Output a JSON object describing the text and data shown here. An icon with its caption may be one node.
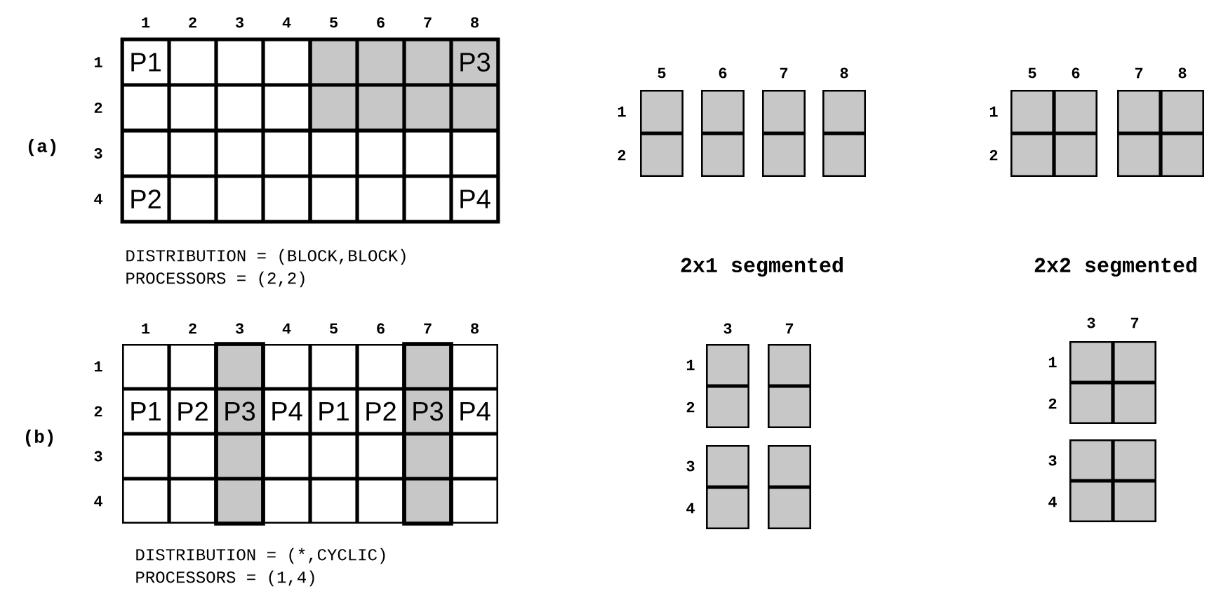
{
  "diagram": {
    "nodes": [
      {
        "text": [
          "P1"
        ]
      },
      {
        "text": [],
        "shape": "box"
      },
      {
        "text": [],
        "shape": "box"
      },
      {
        "text": [],
        "shape": "box"
      },
      {
        "text": [],
        "shape": "box"
      },
      {
        "text": [],
        "shape": "box"
      },
      {
        "text": [],
        "shape": "box"
      },
      {
        "text": [
          "P3"
        ]
      },
      {
        "text": [],
        "shape": "box"
      },
      {
        "text": [],
        "shape": "box"
      },
      {
        "text": [],
        "shape": "box"
      },
      {
        "text": [],
        "shape": "box"
      },
      {
        "text": [],
        "shape": "box"
      },
      {
        "text": [],
        "shape": "box"
      },
      {
        "text": [],
        "shape": "box"
      },
      {
        "text": [],
        "shape": "box"
      },
      {
        "text": [],
        "shape": "box"
      },
      {
        "text": [],
        "shape": "box"
      },
      {
        "text": [],
        "shape": "box"
      },
      {
        "text": [],
        "shape": "box"
      },
      {
        "text": [],
        "shape": "box"
      },
      {
        "text": [],
        "shape": "box"
      },
      {
        "text": [],
        "shape": "box"
      },
      {
        "text": [],
        "shape": "box"
      },
      {
        "text": [
          "P2"
        ]
      },
      {
        "text": [],
        "shape": "box"
      },
      {
        "text": [],
        "shape": "box"
      },
      {
        "text": [],
        "shape": "box"
      },
      {
        "text": [],
        "shape": "box"
      },
      {
        "text": [],
        "shape": "box"
      },
      {
        "text": [],
        "shape": "box"
      },
      {
        "text": [
          "P4"
        ]
      },
      {
        "text": [],
        "shape": "box"
      },
      {
        "text": [],
        "shape": "box"
      },
      {
        "text": [],
        "shape": "box"
      },
      {
        "text": [],
        "shape": "box"
      },
      {
        "text": [],
        "shape": "box"
      },
      {
        "text": [],
        "shape": "box"
      },
      {
        "text": [],
        "shape": "box"
      },
      {
        "text": [],
        "shape": "box"
      },
      {
        "text": [],
        "shape": "box"
      },
      {
        "text": [],
        "shape": "box"
      },
      {
        "text": [],
        "shape": "box"
      },
      {
        "text": [],
        "shape": "box"
      },
      {
        "text": [],
        "shape": "box"
      },
      {
        "text": [],
        "shape": "box"
      },
      {
        "text": [],
        "shape": "box"
      },
      {
        "text": [],
        "shape": "box"
      },
      {
        "text": [],
        "shape": "box"
      },
      {
        "text": [],
        "shape": "box"
      },
      {
        "text": [],
        "shape": "box"
      },
      {
        "text": [],
        "shape": "box"
      },
      {
        "text": [],
        "shape": "box"
      },
      {
        "text": [],
        "shape": "box"
      },
      {
        "text": [],
        "shape": "box"
      },
      {
        "text": [],
        "shape": "box"
      },
      {
        "text": [
          "P1"
        ]
      },
      {
        "text": [
          "P2"
        ]
      },
      {
        "text": [
          "P3"
        ]
      },
      {
        "text": [
          "P4"
        ]
      },
      {
        "text": [
          "P1"
        ]
      },
      {
        "text": [
          "P2"
        ]
      },
      {
        "text": [
          "P3"
        ]
      },
      {
        "text": [
          "P4"
        ]
      },
      {
        "text": [],
        "shape": "box"
      },
      {
        "text": [],
        "shape": "box"
      },
      {
        "text": [],
        "shape": "box"
      },
      {
        "text": [],
        "shape": "box"
      },
      {
        "text": [],
        "shape": "box"
      },
      {
        "text": [],
        "shape": "box"
      },
      {
        "text": [],
        "shape": "box"
      },
      {
        "text": [],
        "shape": "box"
      },
      {
        "text": [],
        "shape": "box"
      },
      {
        "text": [],
        "shape": "box"
      },
      {
        "text": [],
        "shape": "box"
      },
      {
        "text": [],
        "shape": "box"
      },
      {
        "text": [],
        "shape": "box"
      },
      {
        "text": [],
        "shape": "box"
      },
      {
        "text": [],
        "shape": "box"
      },
      {
        "text": [],
        "shape": "box"
      },
      {
        "text": [],
        "shape": "box"
      },
      {
        "text": [],
        "shape": "box"
      },
      {
        "text": [],
        "shape": "box"
      },
      {
        "text": [],
        "shape": "box"
      },
      {
        "text": [],
        "shape": "box"
      },
      {
        "text": [],
        "shape": "box"
      },
      {
        "text": [],
        "shape": "box"
      },
      {
        "text": [],
        "shape": "box"
      },
      {
        "text": [],
        "shape": "box"
      },
      {
        "text": [],
        "shape": "box"
      },
      {
        "text": [],
        "shape": "box"
      },
      {
        "text": [],
        "shape": "box"
      },
      {
        "text": [],
        "shape": "box"
      },
      {
        "text": [],
        "shape": "box"
      },
      {
        "text": [],
        "shape": "box"
      },
      {
        "text": [],
        "shape": "box"
      }
    ],
    "labels": [
      "1",
      "2",
      "3",
      "4",
      "5",
      "6",
      "7",
      "8",
      "1",
      "2",
      "3",
      "4",
      "(a)",
      "DISTRIBUTION = (BLOCK,BLOCK)",
      "PROCESSORS = (2,2)",
      "5",
      "6",
      "7",
      "8",
      "1",
      "2",
      "5",
      "6",
      "7",
      "8",
      "1",
      "2",
      "2x1 segmented",
      "2x2 segmented",
      "1",
      "2",
      "3",
      "4",
      "5",
      "6",
      "7",
      "8",
      "1",
      "2",
      "3",
      "4",
      "(b)",
      "DISTRIBUTION = (*,CYCLIC)",
      "PROCESSORS = (1,4)",
      "3",
      "7",
      "1",
      "2",
      "3",
      "4",
      "3",
      "7",
      "1",
      "2",
      "3",
      "4"
    ]
  }
}
